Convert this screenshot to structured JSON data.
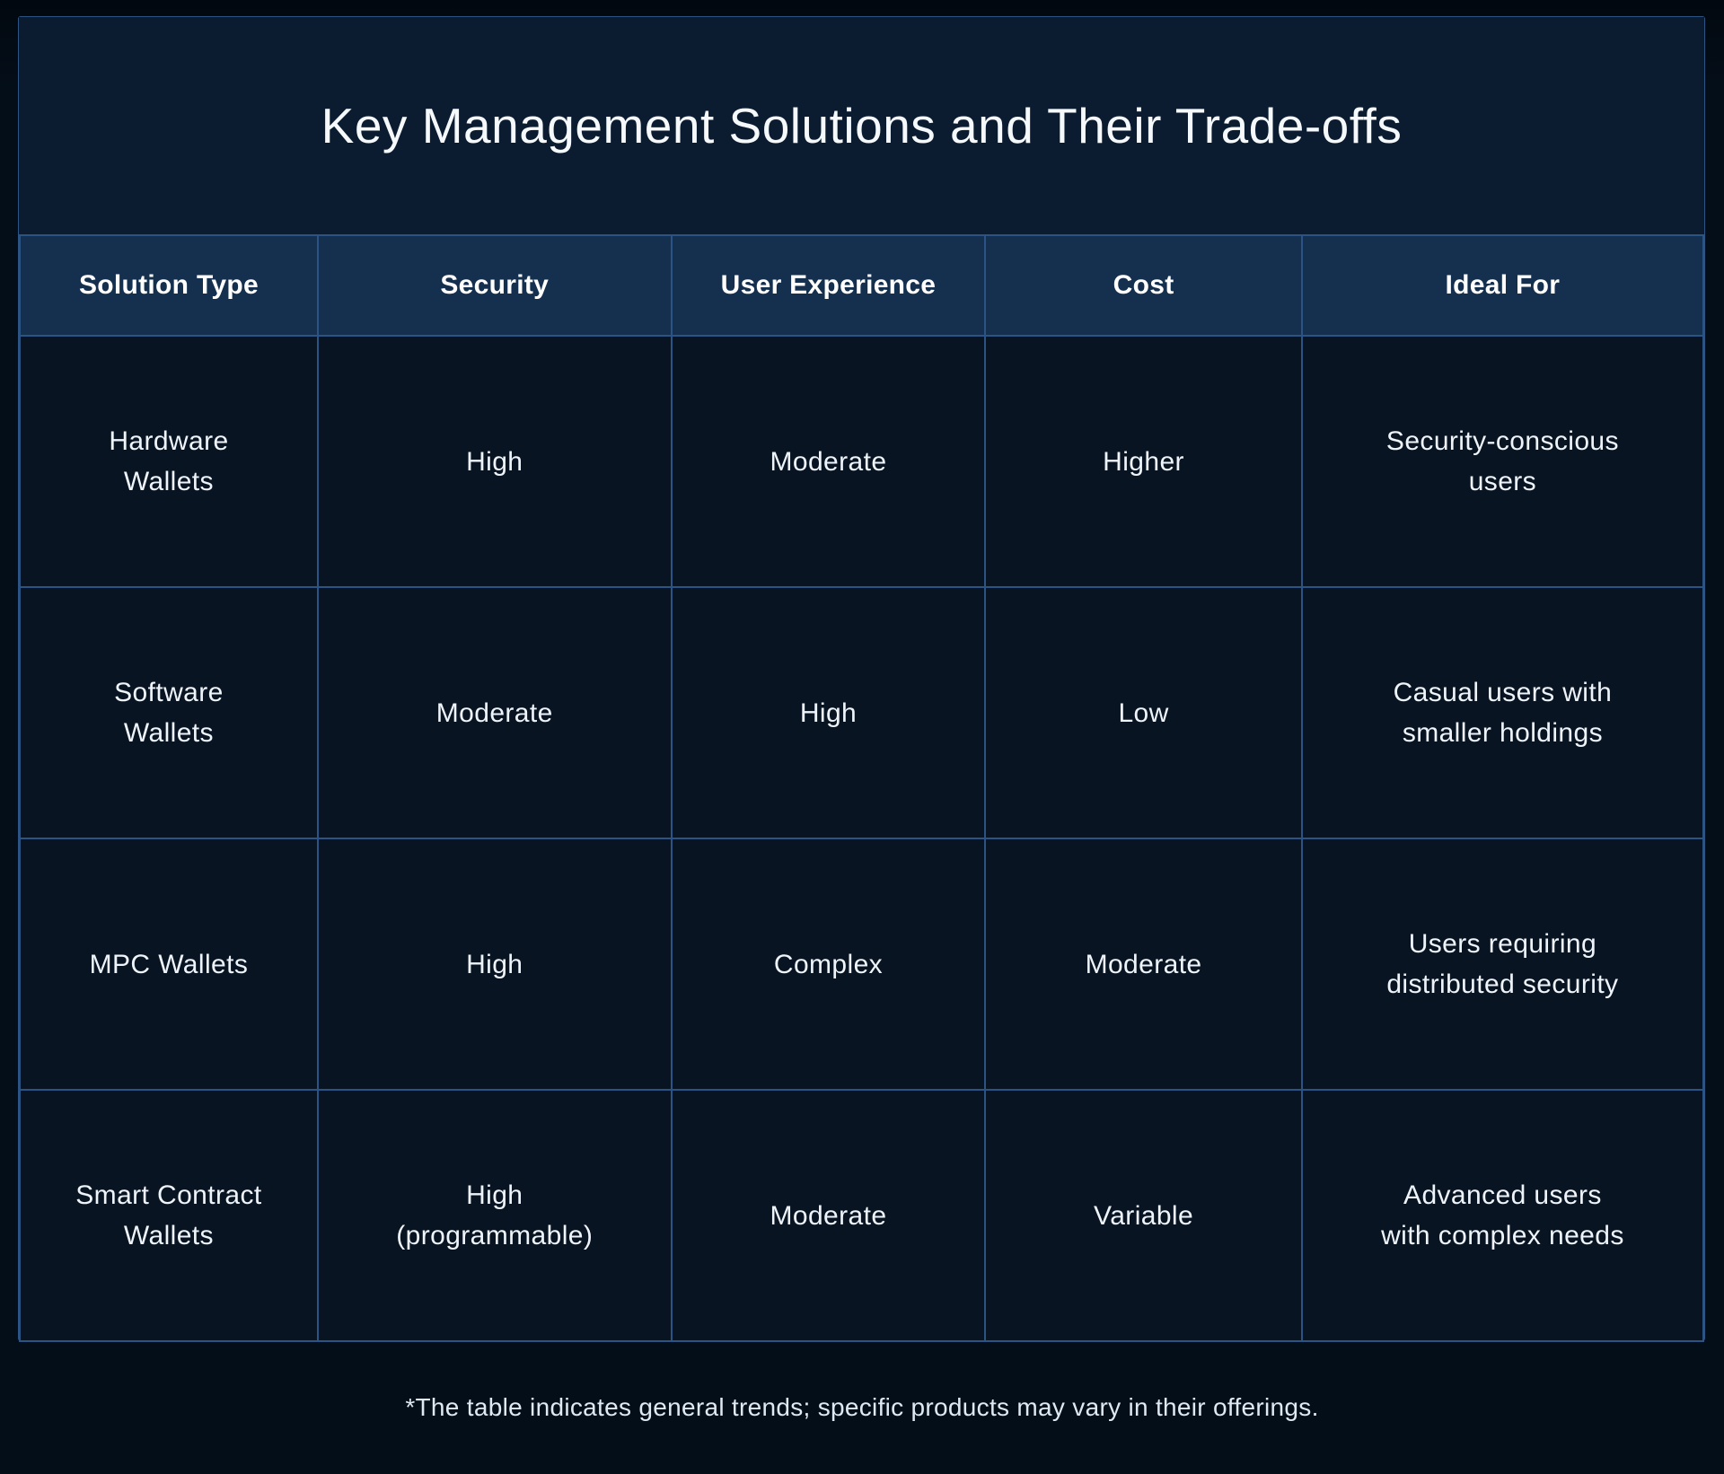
{
  "chart_data": {
    "type": "table",
    "title": "Key Management Solutions and Their Trade-offs",
    "columns": [
      "Solution Type",
      "Security",
      "User Experience",
      "Cost",
      "Ideal For"
    ],
    "rows": [
      [
        "Hardware\nWallets",
        "High",
        "Moderate",
        "Higher",
        "Security-conscious\nusers"
      ],
      [
        "Software\nWallets",
        "Moderate",
        "High",
        "Low",
        "Casual users with\nsmaller holdings"
      ],
      [
        "MPC Wallets",
        "High",
        "Complex",
        "Moderate",
        "Users requiring\ndistributed security"
      ],
      [
        "Smart Contract\nWallets",
        "High\n(programmable)",
        "Moderate",
        "Variable",
        "Advanced users\nwith complex needs"
      ]
    ],
    "footnote": "*The table indicates general trends; specific products may vary in their offerings.",
    "layout": {
      "legend": "none",
      "grid": "on",
      "colors": {
        "page_bg": "#040e19",
        "card_bg": "#0b1c30",
        "header_bg": "#15304e",
        "cell_bg": "#081422",
        "border": "#2b5484",
        "title_text": "#f5f9fc",
        "cell_text": "#eef4fa",
        "footnote_text": "#dfe9f2"
      }
    }
  }
}
